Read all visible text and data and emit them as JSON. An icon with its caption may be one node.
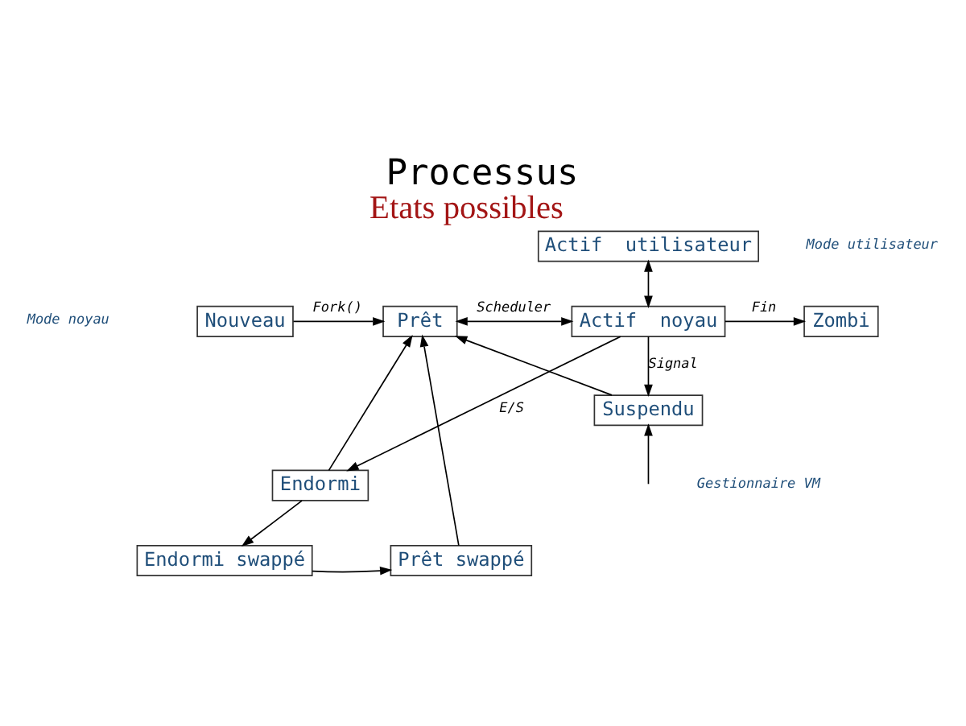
{
  "diagram": {
    "title": "Processus",
    "nodes": [
      {
        "text": [
          "Actif  utilisateur"
        ]
      },
      {
        "text": [
          "Nouveau"
        ]
      },
      {
        "text": [
          "Prêt"
        ]
      },
      {
        "text": [
          "Actif  noyau"
        ]
      },
      {
        "text": [
          "Zombi"
        ]
      },
      {
        "text": [
          "Suspendu"
        ]
      },
      {
        "text": [
          "Endormi"
        ]
      },
      {
        "text": [
          "Prêt swappé"
        ]
      },
      {
        "text": [
          "Endormi swappé"
        ]
      }
    ],
    "edges": [
      {
        "from": 3,
        "to": 0,
        "arrow": "both"
      },
      {
        "from": 1,
        "to": 2,
        "arrow": "to",
        "label": "Fork()"
      },
      {
        "from": 2,
        "to": 3,
        "arrow": "both",
        "label": "Scheduler"
      },
      {
        "from": 3,
        "to": 4,
        "arrow": "to",
        "label": "Fin"
      },
      {
        "from": 3,
        "to": 5,
        "arrow": "to",
        "label": "Signal"
      },
      {
        "from": 3,
        "to": 6,
        "arrow": "to",
        "label": "E/S"
      },
      {
        "from": 5,
        "to": 2,
        "arrow": "to"
      },
      {
        "from": null,
        "to": 5,
        "arrow": "to"
      },
      {
        "from": 6,
        "to": 2,
        "arrow": "to"
      },
      {
        "from": 6,
        "to": 8,
        "arrow": "to"
      },
      {
        "from": 8,
        "to": 7,
        "arrow": "to"
      },
      {
        "from": 7,
        "to": 2,
        "arrow": "to"
      }
    ],
    "labels": [
      "Etats possibles",
      "Mode utilisateur",
      "Mode noyau",
      "Gestionnaire VM"
    ]
  }
}
